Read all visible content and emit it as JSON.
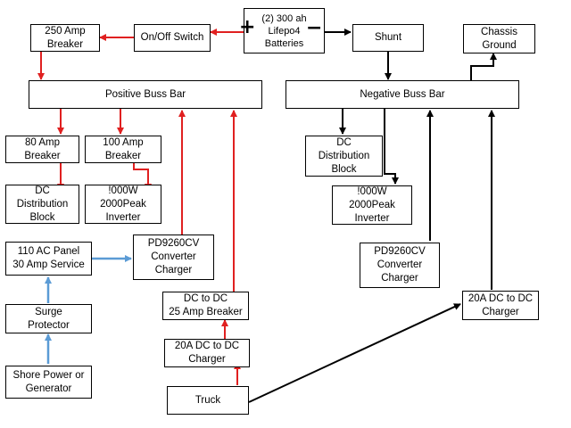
{
  "nodes": {
    "batteries": "(2) 300 ah\nLifepo4\nBatteries",
    "breaker_250": "250 Amp\nBreaker",
    "onoff": "On/Off Switch",
    "shunt": "Shunt",
    "chassis": "Chassis\nGround",
    "pos_buss": "Positive Buss Bar",
    "neg_buss": "Negative Buss Bar",
    "breaker_80": "80 Amp\nBreaker",
    "breaker_100": "100 Amp\nBreaker",
    "dc_dist_left": "DC\nDistribution\nBlock",
    "inverter_left": "!000W\n2000Peak\nInverter",
    "dc_dist_right": "DC\nDistribution\nBlock",
    "inverter_right": "!000W\n2000Peak\nInverter",
    "ac_panel": "110 AC Panel\n30 Amp Service",
    "converter_left": "PD9260CV\nConverter\nCharger",
    "converter_right": "PD9260CV\nConverter\nCharger",
    "surge": "Surge\nProtector",
    "dc_breaker_25": "DC to DC\n25 Amp Breaker",
    "dcdc_left": "20A DC to DC\nCharger",
    "dcdc_right": "20A DC to DC\nCharger",
    "shore": "Shore Power or\nGenerator",
    "truck": "Truck"
  },
  "symbols": {
    "plus": "+",
    "minus": "−"
  },
  "colors": {
    "positive": "#e02020",
    "negative": "#000000",
    "ac": "#5b9bd5"
  }
}
